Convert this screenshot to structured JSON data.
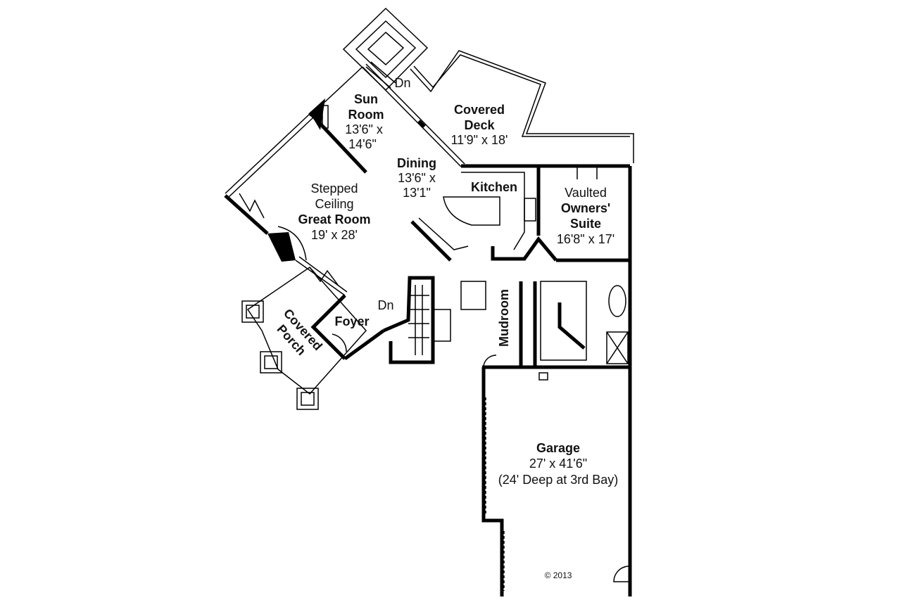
{
  "plan": {
    "stairs_top_label": "Dn",
    "stairs_foyer_label": "Dn",
    "rooms": {
      "sun_room": {
        "name_1": "Sun",
        "name_2": "Room",
        "dim_1": "13'6\" x",
        "dim_2": "14'6\""
      },
      "covered_deck": {
        "name_1": "Covered",
        "name_2": "Deck",
        "dim": "11'9\" x 18'"
      },
      "dining": {
        "name": "Dining",
        "dim_1": "13'6\" x",
        "dim_2": "13'1\""
      },
      "kitchen": {
        "name": "Kitchen"
      },
      "great_room": {
        "note_1": "Stepped",
        "note_2": "Ceiling",
        "name": "Great Room",
        "dim": "19' x 28'"
      },
      "owners_suite": {
        "note": "Vaulted",
        "name_1": "Owners'",
        "name_2": "Suite",
        "dim": "16'8\" x 17'"
      },
      "foyer": {
        "name": "Foyer"
      },
      "covered_porch": {
        "name_1": "Covered",
        "name_2": "Porch"
      },
      "mudroom": {
        "name": "Mudroom"
      },
      "garage": {
        "name": "Garage",
        "dim_1": "27' x 41'6\"",
        "dim_2": "(24' Deep at 3rd Bay)"
      }
    },
    "copyright": "© 2013"
  }
}
